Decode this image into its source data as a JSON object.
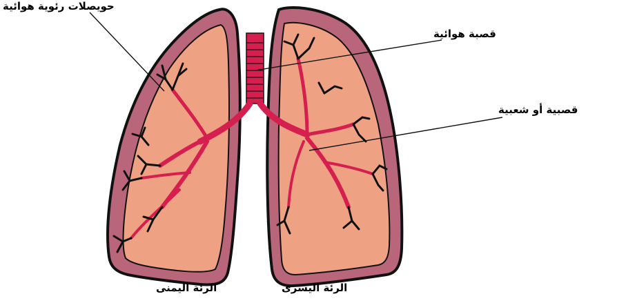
{
  "labels": {
    "alveoli": "حويصلات رئوية هوائية",
    "trachea": "قصبة هوائية",
    "bronchus": "قصبية أو شعبية",
    "right_lung": "الرئة اليمنى",
    "left_lung": "الرئة اليسرى"
  },
  "colors": {
    "lung_outer": "#b9657a",
    "lung_inner": "#efa283",
    "airway": "#d51f4e",
    "outline": "#111111",
    "background": "#ffffff"
  }
}
